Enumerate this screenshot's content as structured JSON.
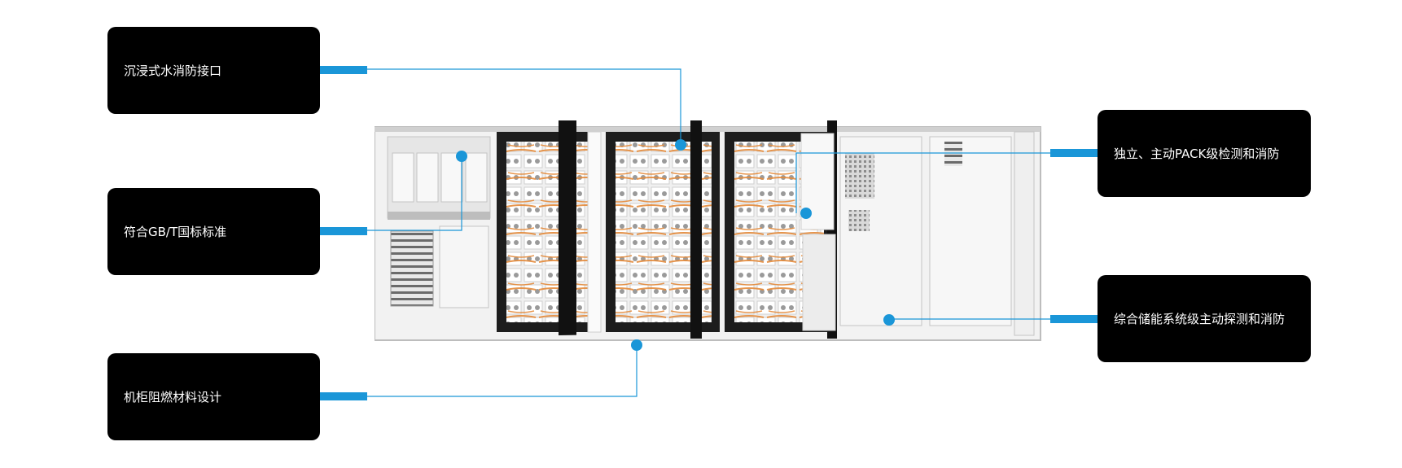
{
  "labels": {
    "fire_interface": "沉浸式水消防接口",
    "gbt_standard": "符合GB/T国标标准",
    "flame_retardant": "机柜阻燃材料设计",
    "pack_detection": "独立、主动PACK级检测和消防",
    "system_detection": "综合储能系统级主动探测和消防"
  },
  "colors": {
    "accent": "#1a96d8",
    "box_bg": "#000000",
    "box_text": "#ffffff"
  }
}
